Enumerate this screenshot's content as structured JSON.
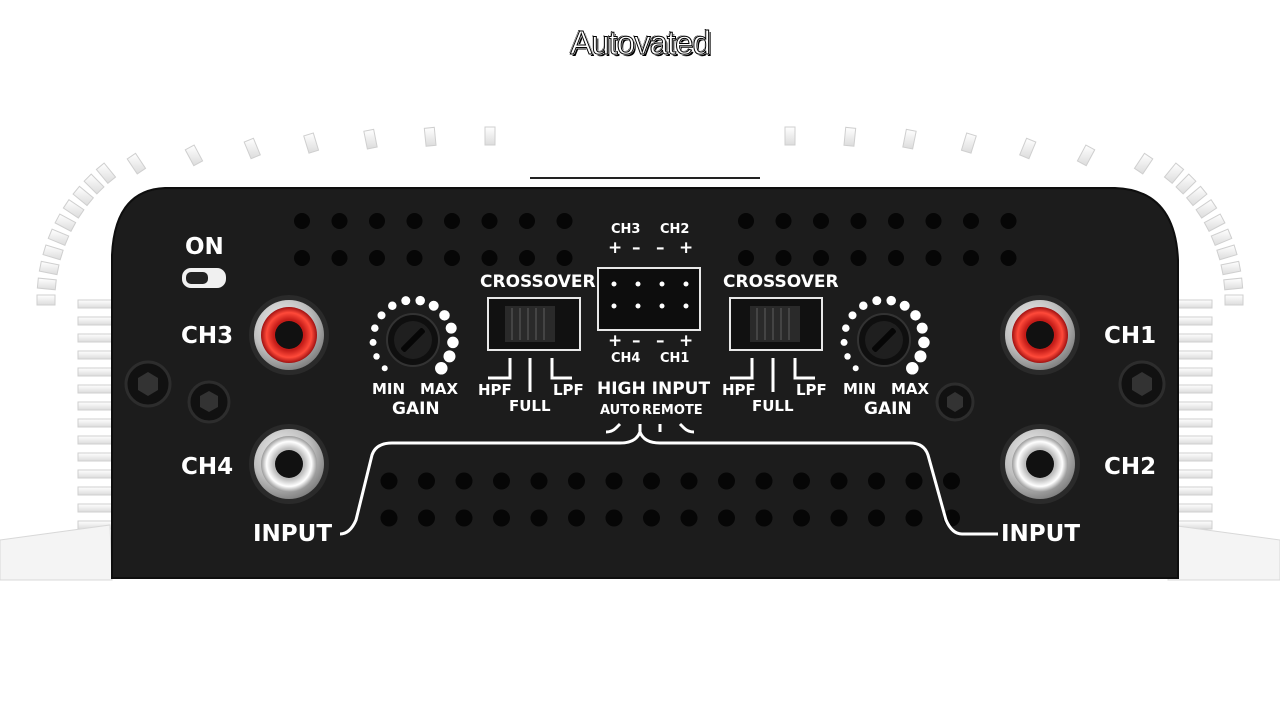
{
  "caption": "Autovated",
  "labels": {
    "on": "ON",
    "ch1": "CH1",
    "ch2": "CH2",
    "ch3": "CH3",
    "ch4": "CH4",
    "input": "INPUT",
    "crossover": "CROSSOVER",
    "hpf": "HPF",
    "full": "FULL",
    "lpf": "LPF",
    "min": "MIN",
    "max": "MAX",
    "gain": "GAIN",
    "high_input": "HIGH INPUT",
    "auto": "AUTO",
    "remote": "REMOTE",
    "plus": "+",
    "minus": "–"
  },
  "colors": {
    "panel": "#1c1c1c",
    "fins": "#f2f2f2",
    "rca_red": "#e8322a",
    "rca_white": "#eeeeee"
  }
}
